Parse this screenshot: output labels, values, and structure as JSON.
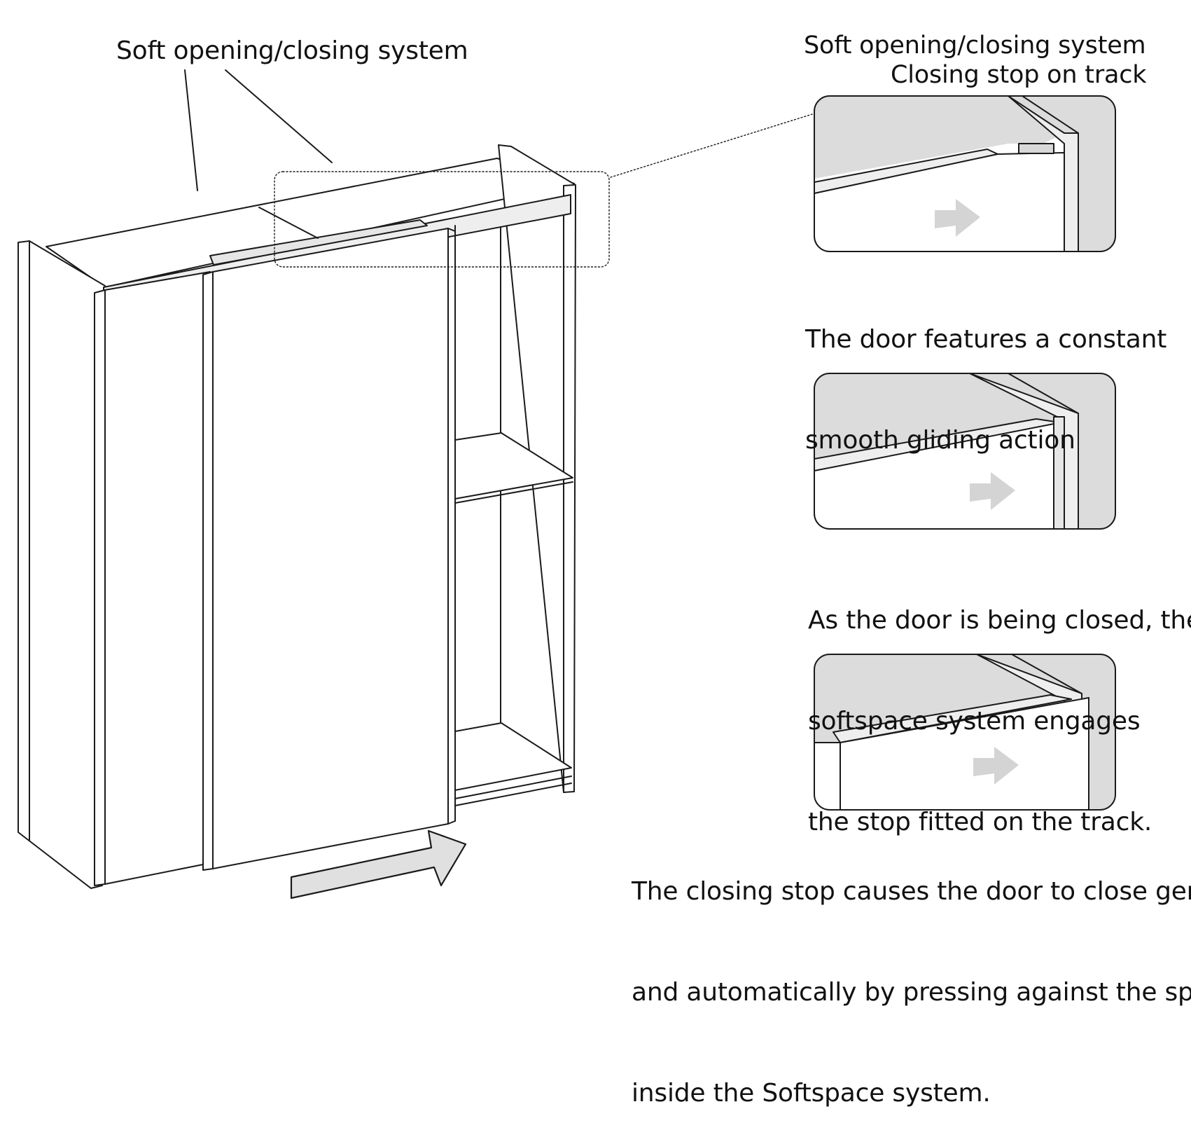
{
  "diagram": {
    "callout_left": "Soft opening/closing system",
    "callout_right_line1": "Soft opening/closing system",
    "callout_right_line2": "Closing stop on track",
    "step1_caption": [
      "The door features a constant",
      "smooth gliding action"
    ],
    "step2_caption": [
      "As the door is being closed, the",
      "softspace system engages",
      "the stop fitted on the track."
    ],
    "step3_caption": [
      "The closing stop causes the door to close gently",
      "and automatically by pressing against the spring",
      "inside the Softspace system."
    ]
  },
  "colors": {
    "line": "#1a1a1a",
    "panel_fill": "#ffffff",
    "shade": "#d9d9d9",
    "arrow_fill": "#e0e0e0",
    "detail_arrow": "#d4d4d4"
  },
  "icons": [
    "direction-arrow-icon"
  ]
}
